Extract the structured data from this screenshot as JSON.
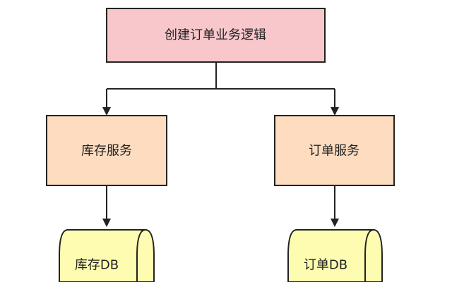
{
  "nodes": {
    "root": {
      "label": "创建订单业务逻辑",
      "fill": "#f8c7cc",
      "stroke": "#222222"
    },
    "inventory_service": {
      "label": "库存服务",
      "fill": "#fddcc0",
      "stroke": "#222222"
    },
    "order_service": {
      "label": "订单服务",
      "fill": "#fddcc0",
      "stroke": "#222222"
    },
    "inventory_db": {
      "label": "库存DB",
      "fill": "#fefcb0",
      "stroke": "#222222"
    },
    "order_db": {
      "label": "订单DB",
      "fill": "#fefcb0",
      "stroke": "#222222"
    }
  },
  "edges": [
    {
      "from": "root",
      "to": "inventory_service"
    },
    {
      "from": "root",
      "to": "order_service"
    },
    {
      "from": "inventory_service",
      "to": "inventory_db"
    },
    {
      "from": "order_service",
      "to": "order_db"
    }
  ]
}
